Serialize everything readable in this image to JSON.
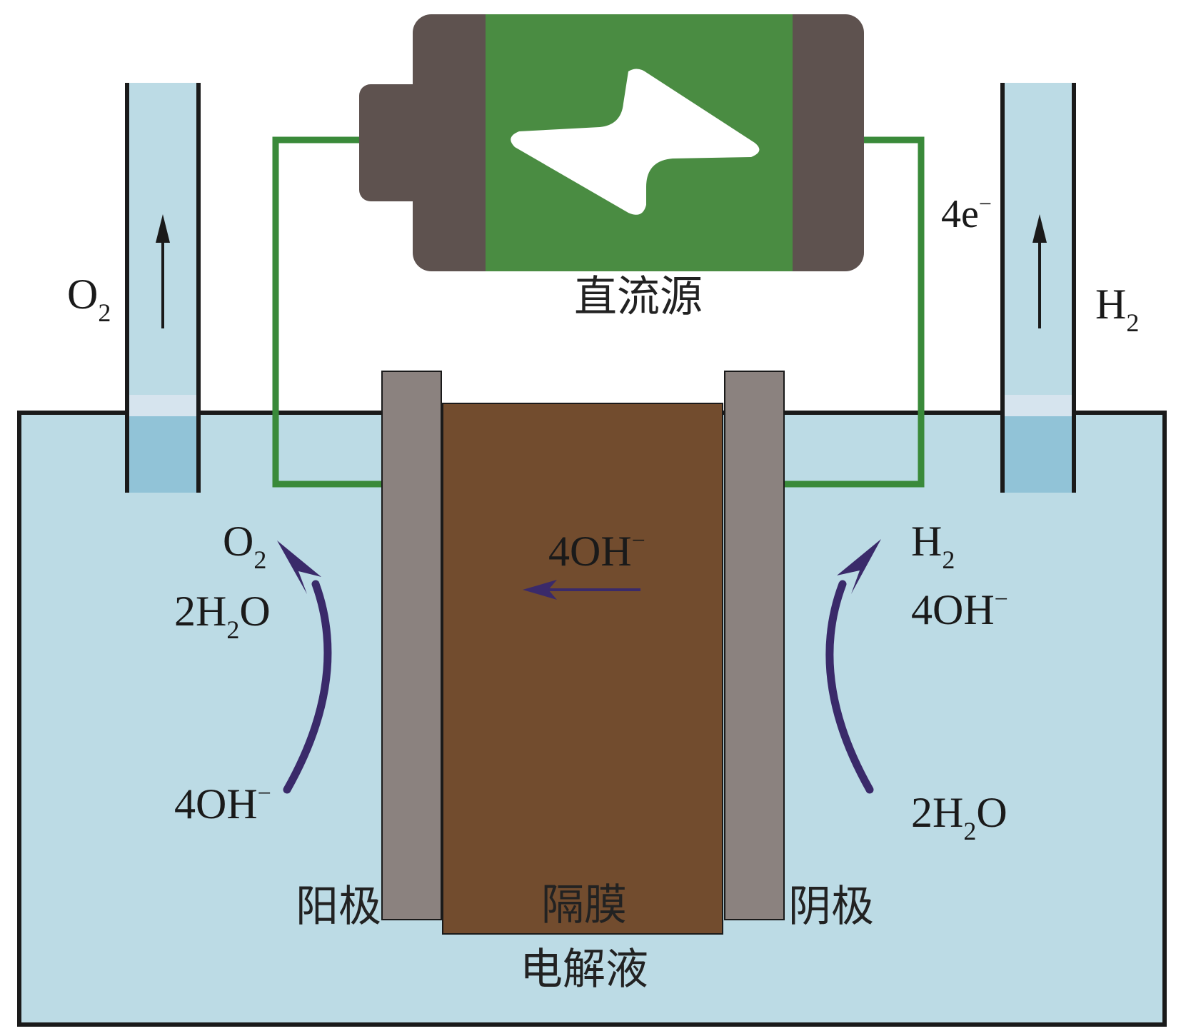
{
  "colors": {
    "electrolyte": "#bcdbe5",
    "tube_fill": "#bcdbe5",
    "tube_water_band": "#91c3d7",
    "tube_meniscus": "#d6e4ee",
    "outline": "#1a1a1a",
    "wire": "#3a8a3a",
    "battery_case": "#5e524f",
    "battery_body": "#4a8c42",
    "battery_symbol": "#ffffff",
    "electrode": "#8b827f",
    "membrane": "#724c2e",
    "arrow_reaction": "#3a2a6a",
    "arrow_gas": "#1a1a1a"
  },
  "icons": {
    "power": "lightning-bolt-icon"
  },
  "power_source": {
    "label": "直流源"
  },
  "electron_label": {
    "main": "4e",
    "sup": "−"
  },
  "left_tube": {
    "gas": {
      "main": "O",
      "sub": "2"
    }
  },
  "right_tube": {
    "gas": {
      "main": "H",
      "sub": "2"
    }
  },
  "anode": {
    "label": "阳极",
    "product": {
      "main": "O",
      "sub": "2"
    },
    "byproduct": {
      "pre": "2H",
      "sub": "2",
      "post": "O"
    },
    "reactant": {
      "main": "4OH",
      "sup": "−"
    }
  },
  "cathode": {
    "label": "阴极",
    "product": {
      "main": "H",
      "sub": "2"
    },
    "byproduct": {
      "main": "4OH",
      "sup": "−"
    },
    "reactant": {
      "pre": "2H",
      "sub": "2",
      "post": "O"
    }
  },
  "membrane": {
    "label": "隔膜",
    "ion": {
      "main": "4OH",
      "sup": "−"
    }
  },
  "electrolyte": {
    "label": "电解液"
  }
}
